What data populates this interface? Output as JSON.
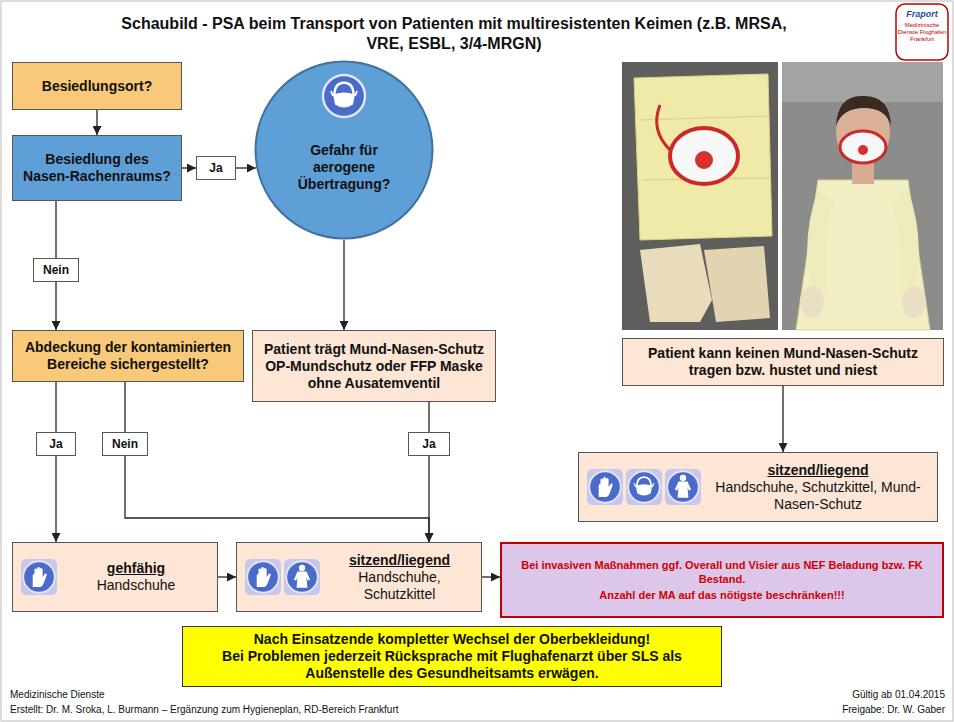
{
  "diagram": {
    "title": "Schaubild - PSA beim Transport von Patienten mit multiresistenten Keimen (z.B. MRSA, VRE, ESBL, 3/4-MRGN)",
    "nodes": [
      {
        "text": [
          "Besiedlungsort?"
        ]
      },
      {
        "text": [
          "Besiedlung des Nasen-Rachenraums?"
        ]
      },
      {
        "text": [
          "Ja"
        ]
      },
      {
        "text": [
          "Gefahr für aerogene Übertragung?"
        ]
      },
      {
        "text": [
          "Nein"
        ]
      },
      {
        "text": [
          "Abdeckung der kontaminierten Bereiche sichergestellt?"
        ]
      },
      {
        "text": [
          "Patient trägt Mund-Nasen-Schutz OP-Mundschutz oder FFP Maske ohne Ausatemventil"
        ]
      },
      {
        "text": [
          "Patient kann keinen Mund-Nasen-Schutz tragen bzw. hustet und niest"
        ]
      },
      {
        "text": [
          "Ja"
        ]
      },
      {
        "text": [
          "Nein"
        ]
      },
      {
        "text": [
          "Ja"
        ]
      },
      {
        "text": [
          "sitzend/liegend",
          "Handschuhe, Schutzkittel, Mund-Nasen-Schutz"
        ]
      },
      {
        "text": [
          "gehfähig",
          "Handschuhe"
        ]
      },
      {
        "text": [
          "sitzend/liegend",
          "Handschuhe, Schutzkittel"
        ]
      },
      {
        "text": [
          "Bei invasiven Maßnahmen ggf. Overall und Visier aus NEF Beladung bzw. FK Bestand.",
          "Anzahl der MA auf das nötigste beschränken!!!"
        ]
      },
      {
        "text": [
          "Nach Einsatzende kompletter Wechsel der Oberbekleidung!",
          "Bei Problemen jederzeit Rücksprache mit Flughafenarzt über SLS als Außenstelle des Gesundheitsamts erwägen."
        ]
      }
    ],
    "edges": [
      {
        "from": 0,
        "to": 1,
        "arrow": "to"
      },
      {
        "from": 1,
        "to": 2,
        "arrow": "to"
      },
      {
        "from": 2,
        "to": 3,
        "arrow": "to"
      },
      {
        "from": 1,
        "to": 4,
        "arrow": "none"
      },
      {
        "from": 4,
        "to": 5,
        "arrow": "to"
      },
      {
        "from": 3,
        "to": 6,
        "arrow": "to"
      },
      {
        "from": 5,
        "to": 8,
        "arrow": "none"
      },
      {
        "from": 5,
        "to": 9,
        "arrow": "none"
      },
      {
        "from": 6,
        "to": 10,
        "arrow": "none"
      },
      {
        "from": 7,
        "to": 11,
        "arrow": "to"
      },
      {
        "from": 8,
        "to": 12,
        "arrow": "to"
      },
      {
        "from": 9,
        "to": 13,
        "arrow": "to"
      },
      {
        "from": 10,
        "to": 13,
        "arrow": "to"
      },
      {
        "from": 12,
        "to": 13,
        "arrow": "to"
      },
      {
        "from": 13,
        "to": 14,
        "arrow": "to"
      }
    ],
    "labels": [
      "Fraport",
      "Medizinische Dienste Flughafen Frankfurt",
      "Medizinische Dienste",
      "Erstellt: Dr. M. Sroka, L. Burmann – Ergänzung zum Hygieneplan, RD-Bereich Frankfurt",
      "Gültig ab 01.04.2015",
      "Freigabe: Dr. W. Gaber"
    ]
  }
}
